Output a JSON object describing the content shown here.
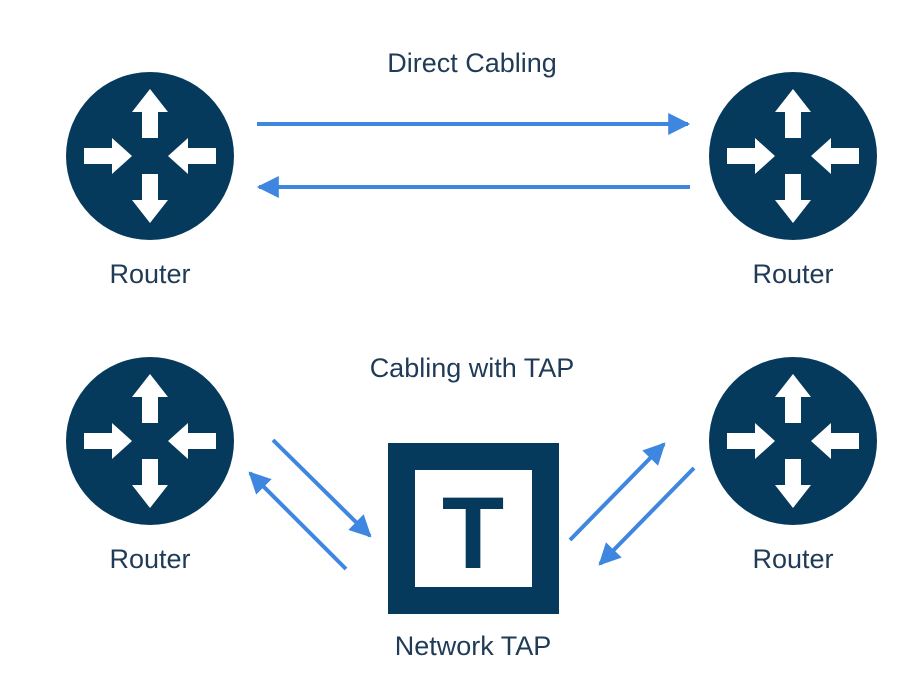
{
  "sections": {
    "direct": {
      "title": "Direct Cabling",
      "left_router_label": "Router",
      "right_router_label": "Router"
    },
    "tap": {
      "title": "Cabling with TAP",
      "left_router_label": "Router",
      "right_router_label": "Router",
      "tap_label": "Network TAP",
      "tap_letter": "T"
    }
  },
  "colors": {
    "device_fill": "#063a5c",
    "arrow": "#3e86e0",
    "text": "#1f3b57",
    "icon_arrow": "#ffffff"
  }
}
